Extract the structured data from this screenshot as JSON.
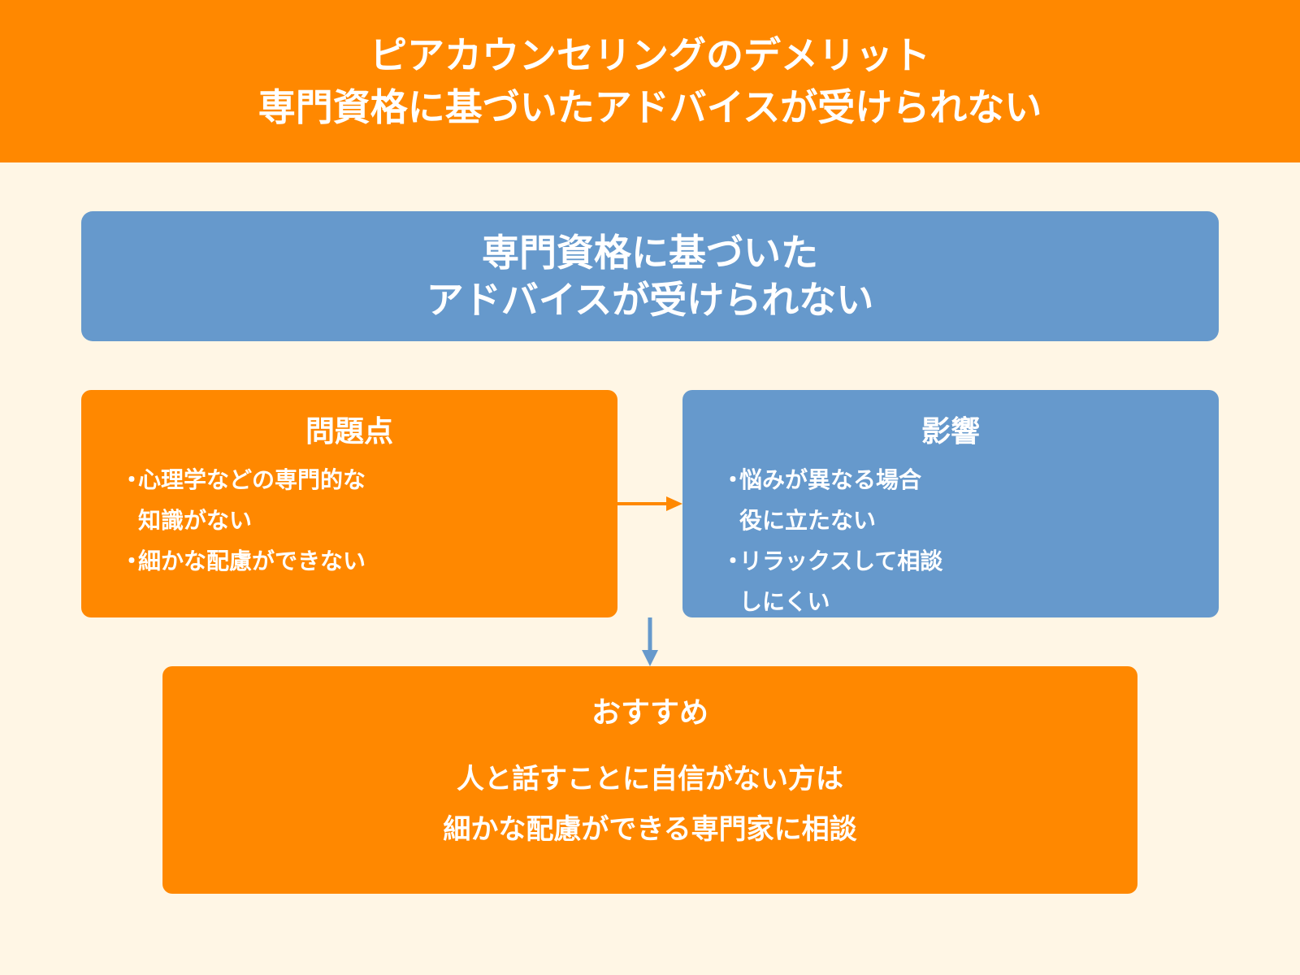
{
  "header": {
    "line1": "ピアカウンセリングのデメリット",
    "line2": "専門資格に基づいたアドバイスが受けられない"
  },
  "main": {
    "line1": "専門資格に基づいた",
    "line2": "アドバイスが受けられない"
  },
  "problem": {
    "title": "問題点",
    "bullet": "・",
    "items": [
      "心理学などの専門的な\n知識がない",
      "細かな配慮ができない"
    ]
  },
  "impact": {
    "title": "影響",
    "bullet": "・",
    "items": [
      "悩みが異なる場合\n役に立たない",
      "リラックスして相談\nしにくい"
    ]
  },
  "recommend": {
    "title": "おすすめ",
    "line1": "人と話すことに自信がない方は",
    "line2": "細かな配慮ができる専門家に相談"
  },
  "colors": {
    "orange": "#FF8800",
    "blue": "#6699CC",
    "background": "#FFF6E5"
  }
}
